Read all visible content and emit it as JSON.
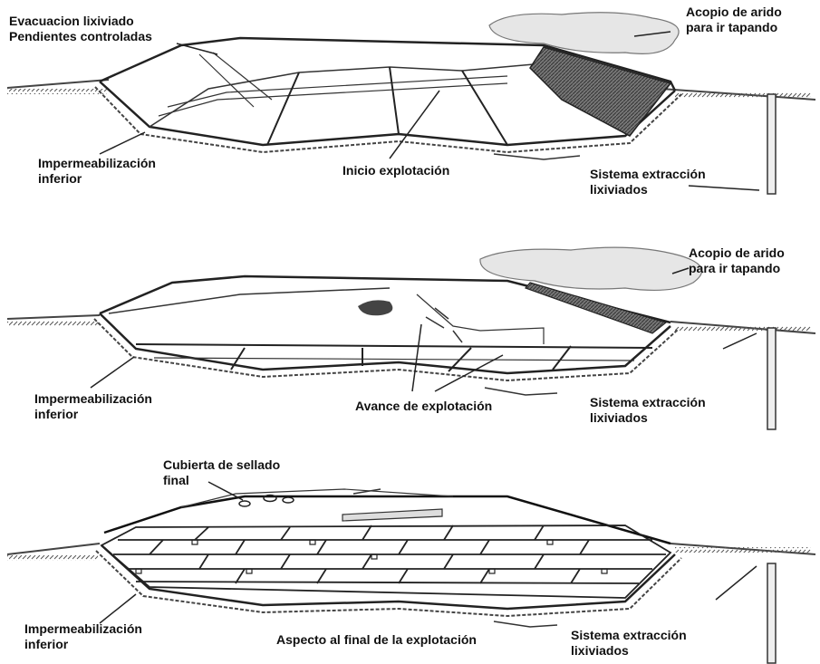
{
  "stage1": {
    "label_top_left": "Evacuacion lixiviado\nPendientes controladas",
    "label_stockpile": "Acopio de arido\npara ir tapando",
    "label_liner": "Impermeabilización\ninferior",
    "label_center": "Inicio explotación",
    "label_extraction": "Sistema extracción\nlixiviados"
  },
  "stage2": {
    "label_stockpile": "Acopio de arido\npara ir tapando",
    "label_liner": "Impermeabilización\ninferior",
    "label_center": "Avance de explotación",
    "label_extraction": "Sistema extracción\nlixiviados"
  },
  "stage3": {
    "label_cover": "Cubierta de sellado\nfinal",
    "label_liner": "Impermeabilización\ninferior",
    "label_center": "Aspecto al final de la explotación",
    "label_extraction": "Sistema extracción\nlixiviados"
  }
}
